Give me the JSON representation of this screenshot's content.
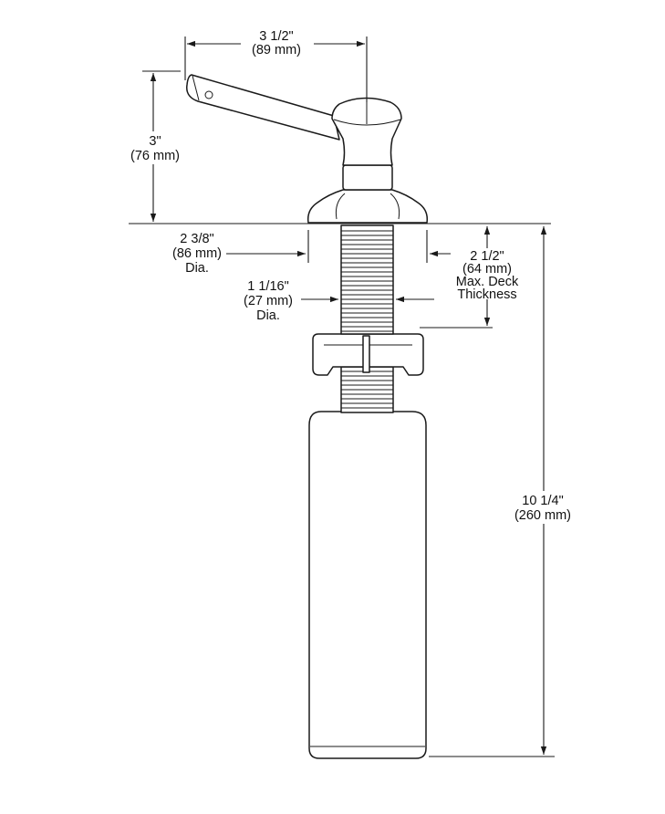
{
  "dimensions": {
    "spout_reach": {
      "imperial": "3 1/2\"",
      "metric": "(89 mm)"
    },
    "spout_height": {
      "imperial": "3\"",
      "metric": "(76 mm)"
    },
    "flange_diameter": {
      "imperial": "2 3/8\"",
      "metric": "(86 mm)",
      "suffix": "Dia."
    },
    "shank_diameter": {
      "imperial": "1 1/16\"",
      "metric": "(27 mm)",
      "suffix": "Dia."
    },
    "max_deck_thickness": {
      "imperial": "2 1/2\"",
      "metric": "(64 mm)",
      "line3": "Max. Deck",
      "line4": "Thickness"
    },
    "overall_length": {
      "imperial": "10 1/4\"",
      "metric": "(260 mm)"
    }
  }
}
